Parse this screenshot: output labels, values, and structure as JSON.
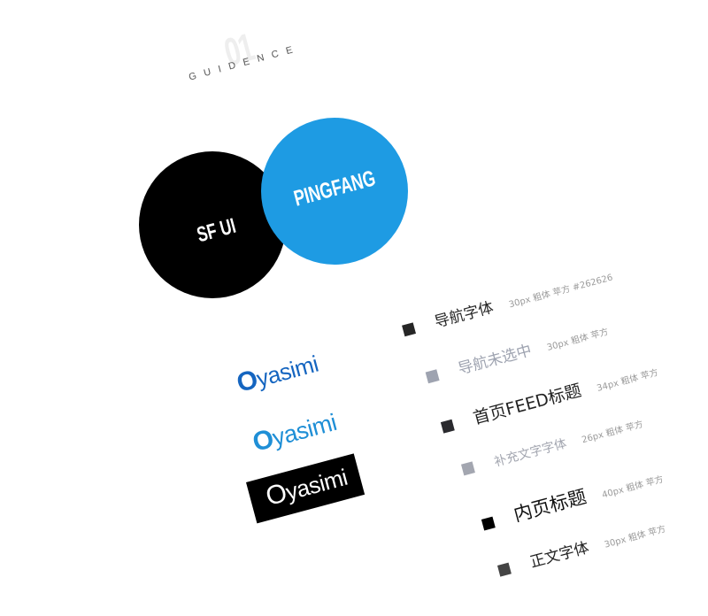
{
  "header": {
    "number": "01",
    "title": "GUIDENCE"
  },
  "fonts": {
    "primary": {
      "label": "SF UI",
      "color": "#000000"
    },
    "secondary": {
      "label": "PINGFANG",
      "color": "#1e9be3"
    }
  },
  "logos": [
    {
      "first": "O",
      "rest": "yasimi",
      "variant": "dark-blue",
      "color": "#1565c0"
    },
    {
      "first": "O",
      "rest": "yasimi",
      "variant": "gradient-blue",
      "color": "#1f8fd6"
    },
    {
      "first": "O",
      "rest": "yasimi",
      "variant": "white-on-black",
      "color": "#ffffff",
      "background": "#000000"
    }
  ],
  "specs": [
    {
      "name": "导航字体",
      "meta": "30px 粗体 苹方 #262626",
      "square_color": "#262626",
      "text_color": "#262626",
      "size": 17
    },
    {
      "name": "导航未选中",
      "meta": "30px 粗体 苹方",
      "square_color": "#9ea3b0",
      "text_color": "#9ea3b0",
      "size": 17
    },
    {
      "name": "首页FEED标题",
      "meta": "34px 粗体 苹方",
      "square_color": "#2a2a2e",
      "text_color": "#222222",
      "size": 19
    },
    {
      "name": "补充文字字体",
      "meta": "26px 粗体 苹方",
      "square_color": "#a3a6b0",
      "text_color": "#a3a6b0",
      "size": 14
    },
    {
      "name": "内页标题",
      "meta": "40px 粗体 苹方",
      "square_color": "#000000",
      "text_color": "#111111",
      "size": 21
    },
    {
      "name": "正文字体",
      "meta": "30px 粗体 苹方",
      "square_color": "#444444",
      "text_color": "#222222",
      "size": 17
    }
  ]
}
